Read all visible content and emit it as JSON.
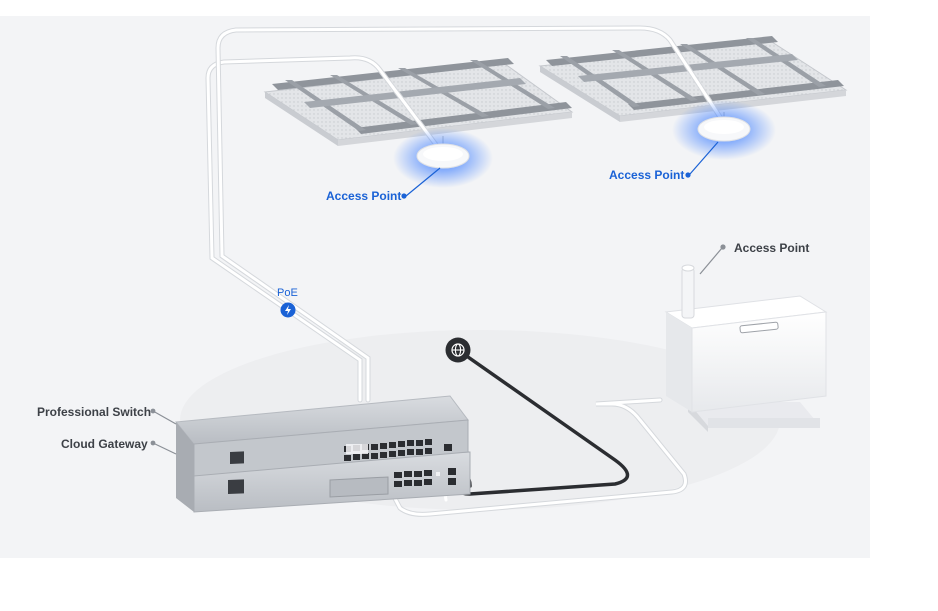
{
  "labels": {
    "access_point_left": "Access Point",
    "access_point_right": "Access Point",
    "access_point_outdoor": "Access Point",
    "professional_switch": "Professional Switch",
    "cloud_gateway": "Cloud Gateway",
    "poe": "PoE"
  },
  "icons": {
    "poe": "lightning-bolt-icon",
    "internet": "globe-icon"
  },
  "colors": {
    "background_panel": "#f3f4f6",
    "accent_blue": "#1a62d6",
    "glow_blue": "#3c7dff",
    "cable_white": "#ffffff",
    "cable_dark": "#2b2d31",
    "device_silver": "#c9ccd1",
    "label_gray": "#3d4147"
  }
}
